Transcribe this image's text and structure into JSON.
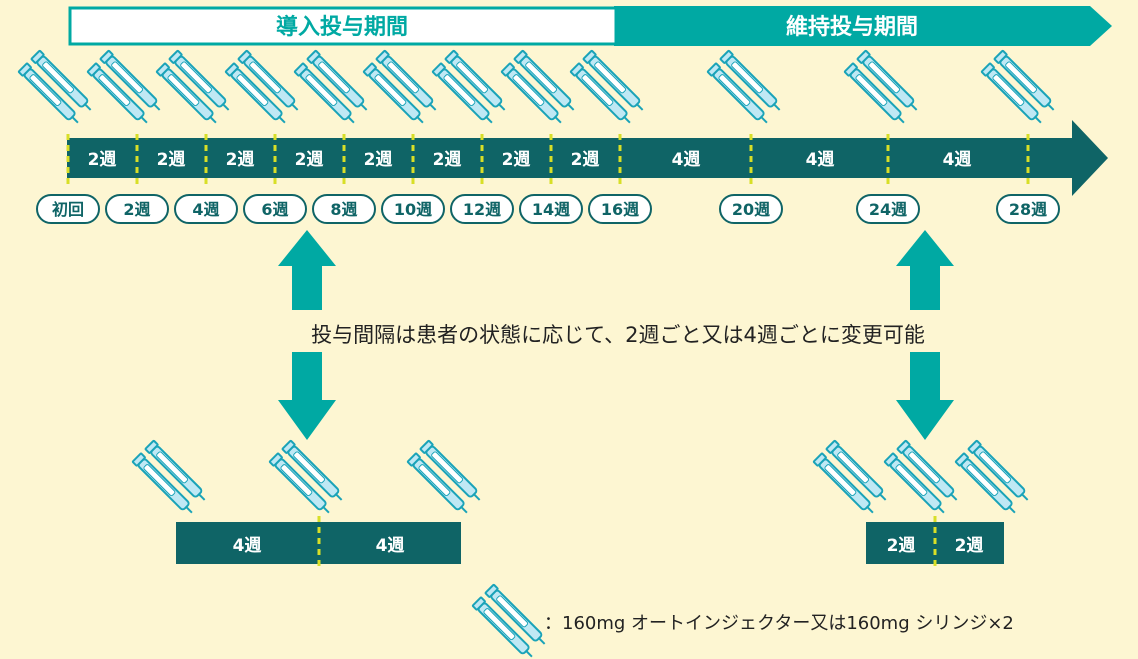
{
  "phases": {
    "induction_label": "導入投与期間",
    "maintenance_label": "維持投与期間"
  },
  "timeline": {
    "segments": [
      "2週",
      "2週",
      "2週",
      "2週",
      "2週",
      "2週",
      "2週",
      "2週",
      "4週",
      "4週",
      "4週"
    ],
    "week_labels": [
      "初回",
      "2週",
      "4週",
      "6週",
      "8週",
      "10週",
      "12週",
      "14週",
      "16週",
      "20週",
      "24週",
      "28週"
    ]
  },
  "note": "投与間隔は患者の状態に応じて、2週ごと又は4週ごとに変更可能",
  "alt_left": {
    "segments": [
      "4週",
      "4週"
    ]
  },
  "alt_right": {
    "segments": [
      "2週",
      "2週"
    ]
  },
  "legend": {
    "text": "：160mg オートインジェクター又は160mg シリンジ×2"
  },
  "icons": {
    "syringe_pair": "syringe-pair-icon"
  },
  "colors": {
    "background": "#fdf6d2",
    "teal_dark": "#0f6466",
    "teal_light": "#00a9a3",
    "white": "#ffffff",
    "dash": "#d8df27",
    "syringe_stroke": "#1aa3b8",
    "syringe_fill": "#bfe8f4"
  }
}
